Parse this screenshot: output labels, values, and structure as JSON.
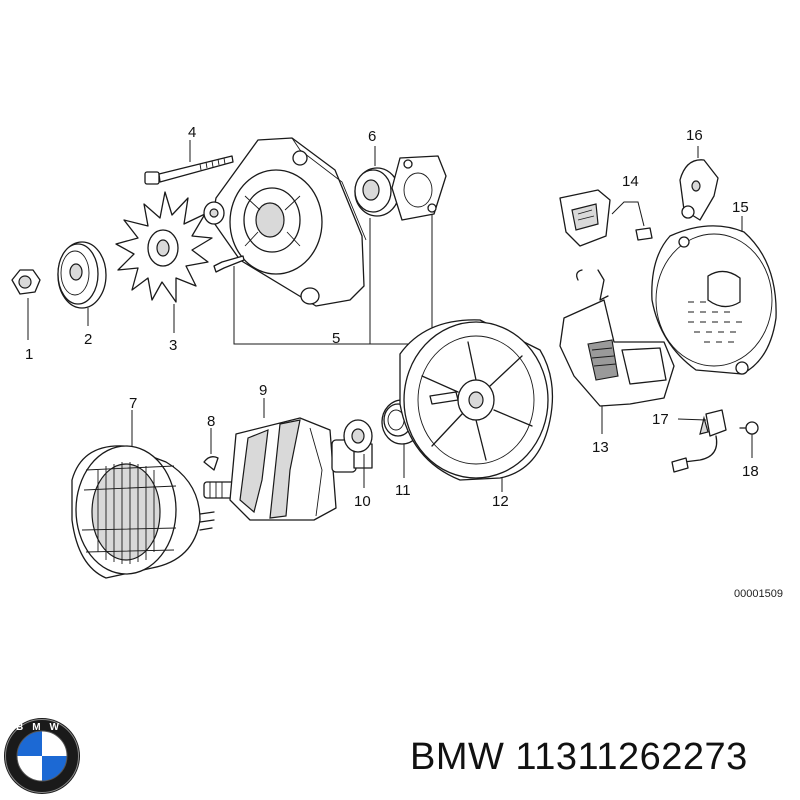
{
  "diagram": {
    "callouts": [
      "1",
      "2",
      "3",
      "4",
      "5",
      "6",
      "7",
      "8",
      "9",
      "10",
      "11",
      "12",
      "13",
      "14",
      "15",
      "16",
      "17",
      "18"
    ],
    "diagram_id": "00001509"
  },
  "brand": {
    "logo_text": "BMW",
    "label": "BMW 11311262273",
    "logo_colors": {
      "blue": "#1c69d4",
      "white": "#ffffff",
      "ring": "#1a1a1a"
    }
  }
}
